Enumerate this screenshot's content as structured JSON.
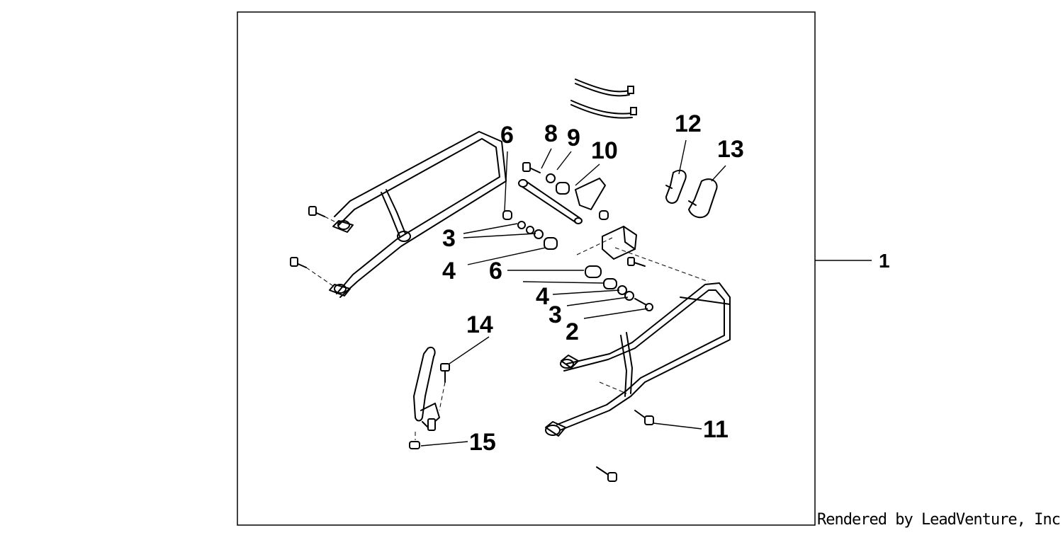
{
  "footer": {
    "credit": "Rendered by LeadVenture, Inc."
  },
  "callouts": {
    "c1": "1",
    "c2": "2",
    "c3a": "3",
    "c3b": "3",
    "c4a": "4",
    "c4b": "4",
    "c6a": "6",
    "c6b": "6",
    "c8": "8",
    "c9": "9",
    "c10": "10",
    "c11": "11",
    "c12": "12",
    "c13": "13",
    "c14": "14",
    "c15": "15"
  },
  "icons": {
    "diagram": "exploded-parts-diagram"
  }
}
